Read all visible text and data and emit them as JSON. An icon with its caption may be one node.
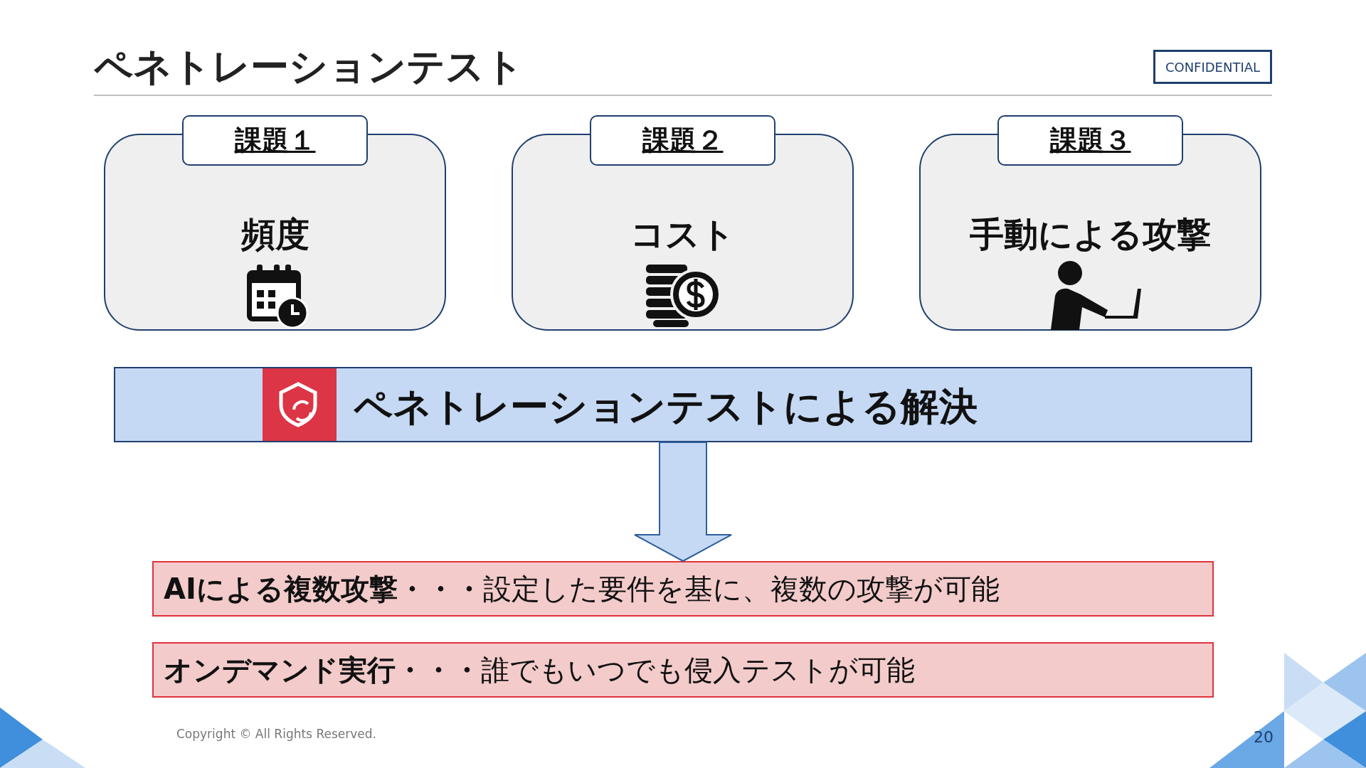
{
  "diagram": {
    "title": "ペネトレーションテスト",
    "nodes": [
      {
        "text": [
          "課題１",
          "頻度"
        ]
      },
      {
        "text": [
          "課題２",
          "コスト"
        ]
      },
      {
        "text": [
          "課題３",
          "手動による攻撃"
        ]
      },
      {
        "text": [
          "ペネトレーションテストによる解決"
        ]
      },
      {
        "text": [
          "**AIによる複数攻撃・・・**設定した要件を基に、複数の攻撃が可能"
        ]
      },
      {
        "text": [
          "**オンデマンド実行・・・**誰でもいつでも侵入テストが可能"
        ]
      }
    ],
    "edges": [
      {
        "from": 3,
        "to": 4,
        "arrow": "to"
      }
    ],
    "labels": [
      "CONFIDENTIAL",
      "Copyright © All Rights Reserved.",
      "20"
    ]
  }
}
